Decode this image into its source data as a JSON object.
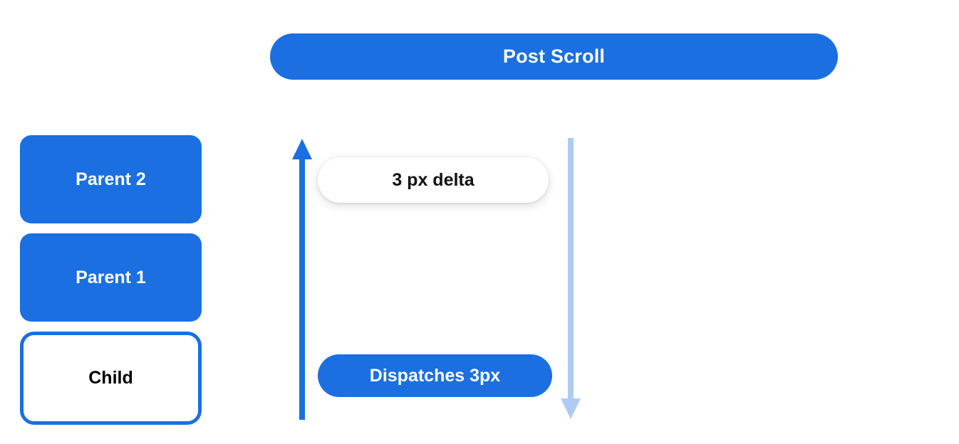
{
  "header": {
    "title": "Post Scroll"
  },
  "node_stack": {
    "items": [
      {
        "label": "Parent 2",
        "style": "filled"
      },
      {
        "label": "Parent 1",
        "style": "filled"
      },
      {
        "label": "Child",
        "style": "outlined"
      }
    ]
  },
  "annotations": {
    "delta_pill": "3 px delta",
    "dispatch_pill": "Dispatches 3px"
  },
  "arrows": {
    "up": {
      "name": "upward-arrow-icon",
      "direction": "up"
    },
    "down": {
      "name": "downward-arrow-icon",
      "direction": "down"
    }
  },
  "colors": {
    "brand_blue": "#1b6fe0",
    "light_blue": "#aecbf4",
    "background": "#ffffff",
    "text_dark": "#111111",
    "text_light": "#ffffff"
  }
}
